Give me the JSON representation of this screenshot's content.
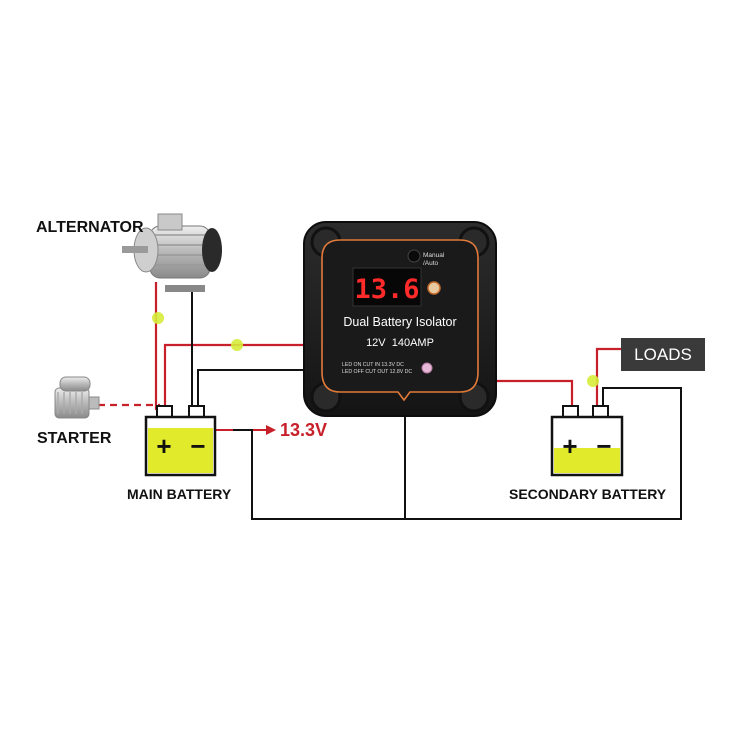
{
  "labels": {
    "alternator": "ALTERNATOR",
    "starter": "STARTER",
    "main_battery": "MAIN BATTERY",
    "secondary_battery": "SECONDARY BATTERY",
    "loads": "LOADS",
    "voltage_output": "13.3V"
  },
  "isolator": {
    "display_value": "13.6",
    "mode_label_line1": "Manual",
    "mode_label_line2": "/Auto",
    "title": "Dual Battery Isolator",
    "rating": "12V  140AMP",
    "led_on_text": "LED ON CUT IN 13.3V DC",
    "led_off_text": "LED OFF CUT OUT 12.8V DC"
  },
  "battery_terminals": {
    "plus": "+",
    "minus": "−"
  },
  "colors": {
    "wire_red": "#c8202a",
    "wire_black": "#111111",
    "battery_fill": "#e2ea2c",
    "junction": "#d6ec3a",
    "isolator_body": "#1f1f1f",
    "isolator_trim": "#e07a3a",
    "display_digits": "#ff2a2a",
    "loads_bg": "#3a3a3a"
  },
  "icons": {
    "alternator": "alternator-icon",
    "starter": "starter-motor-icon",
    "isolator": "battery-isolator-device",
    "battery": "battery-icon"
  }
}
